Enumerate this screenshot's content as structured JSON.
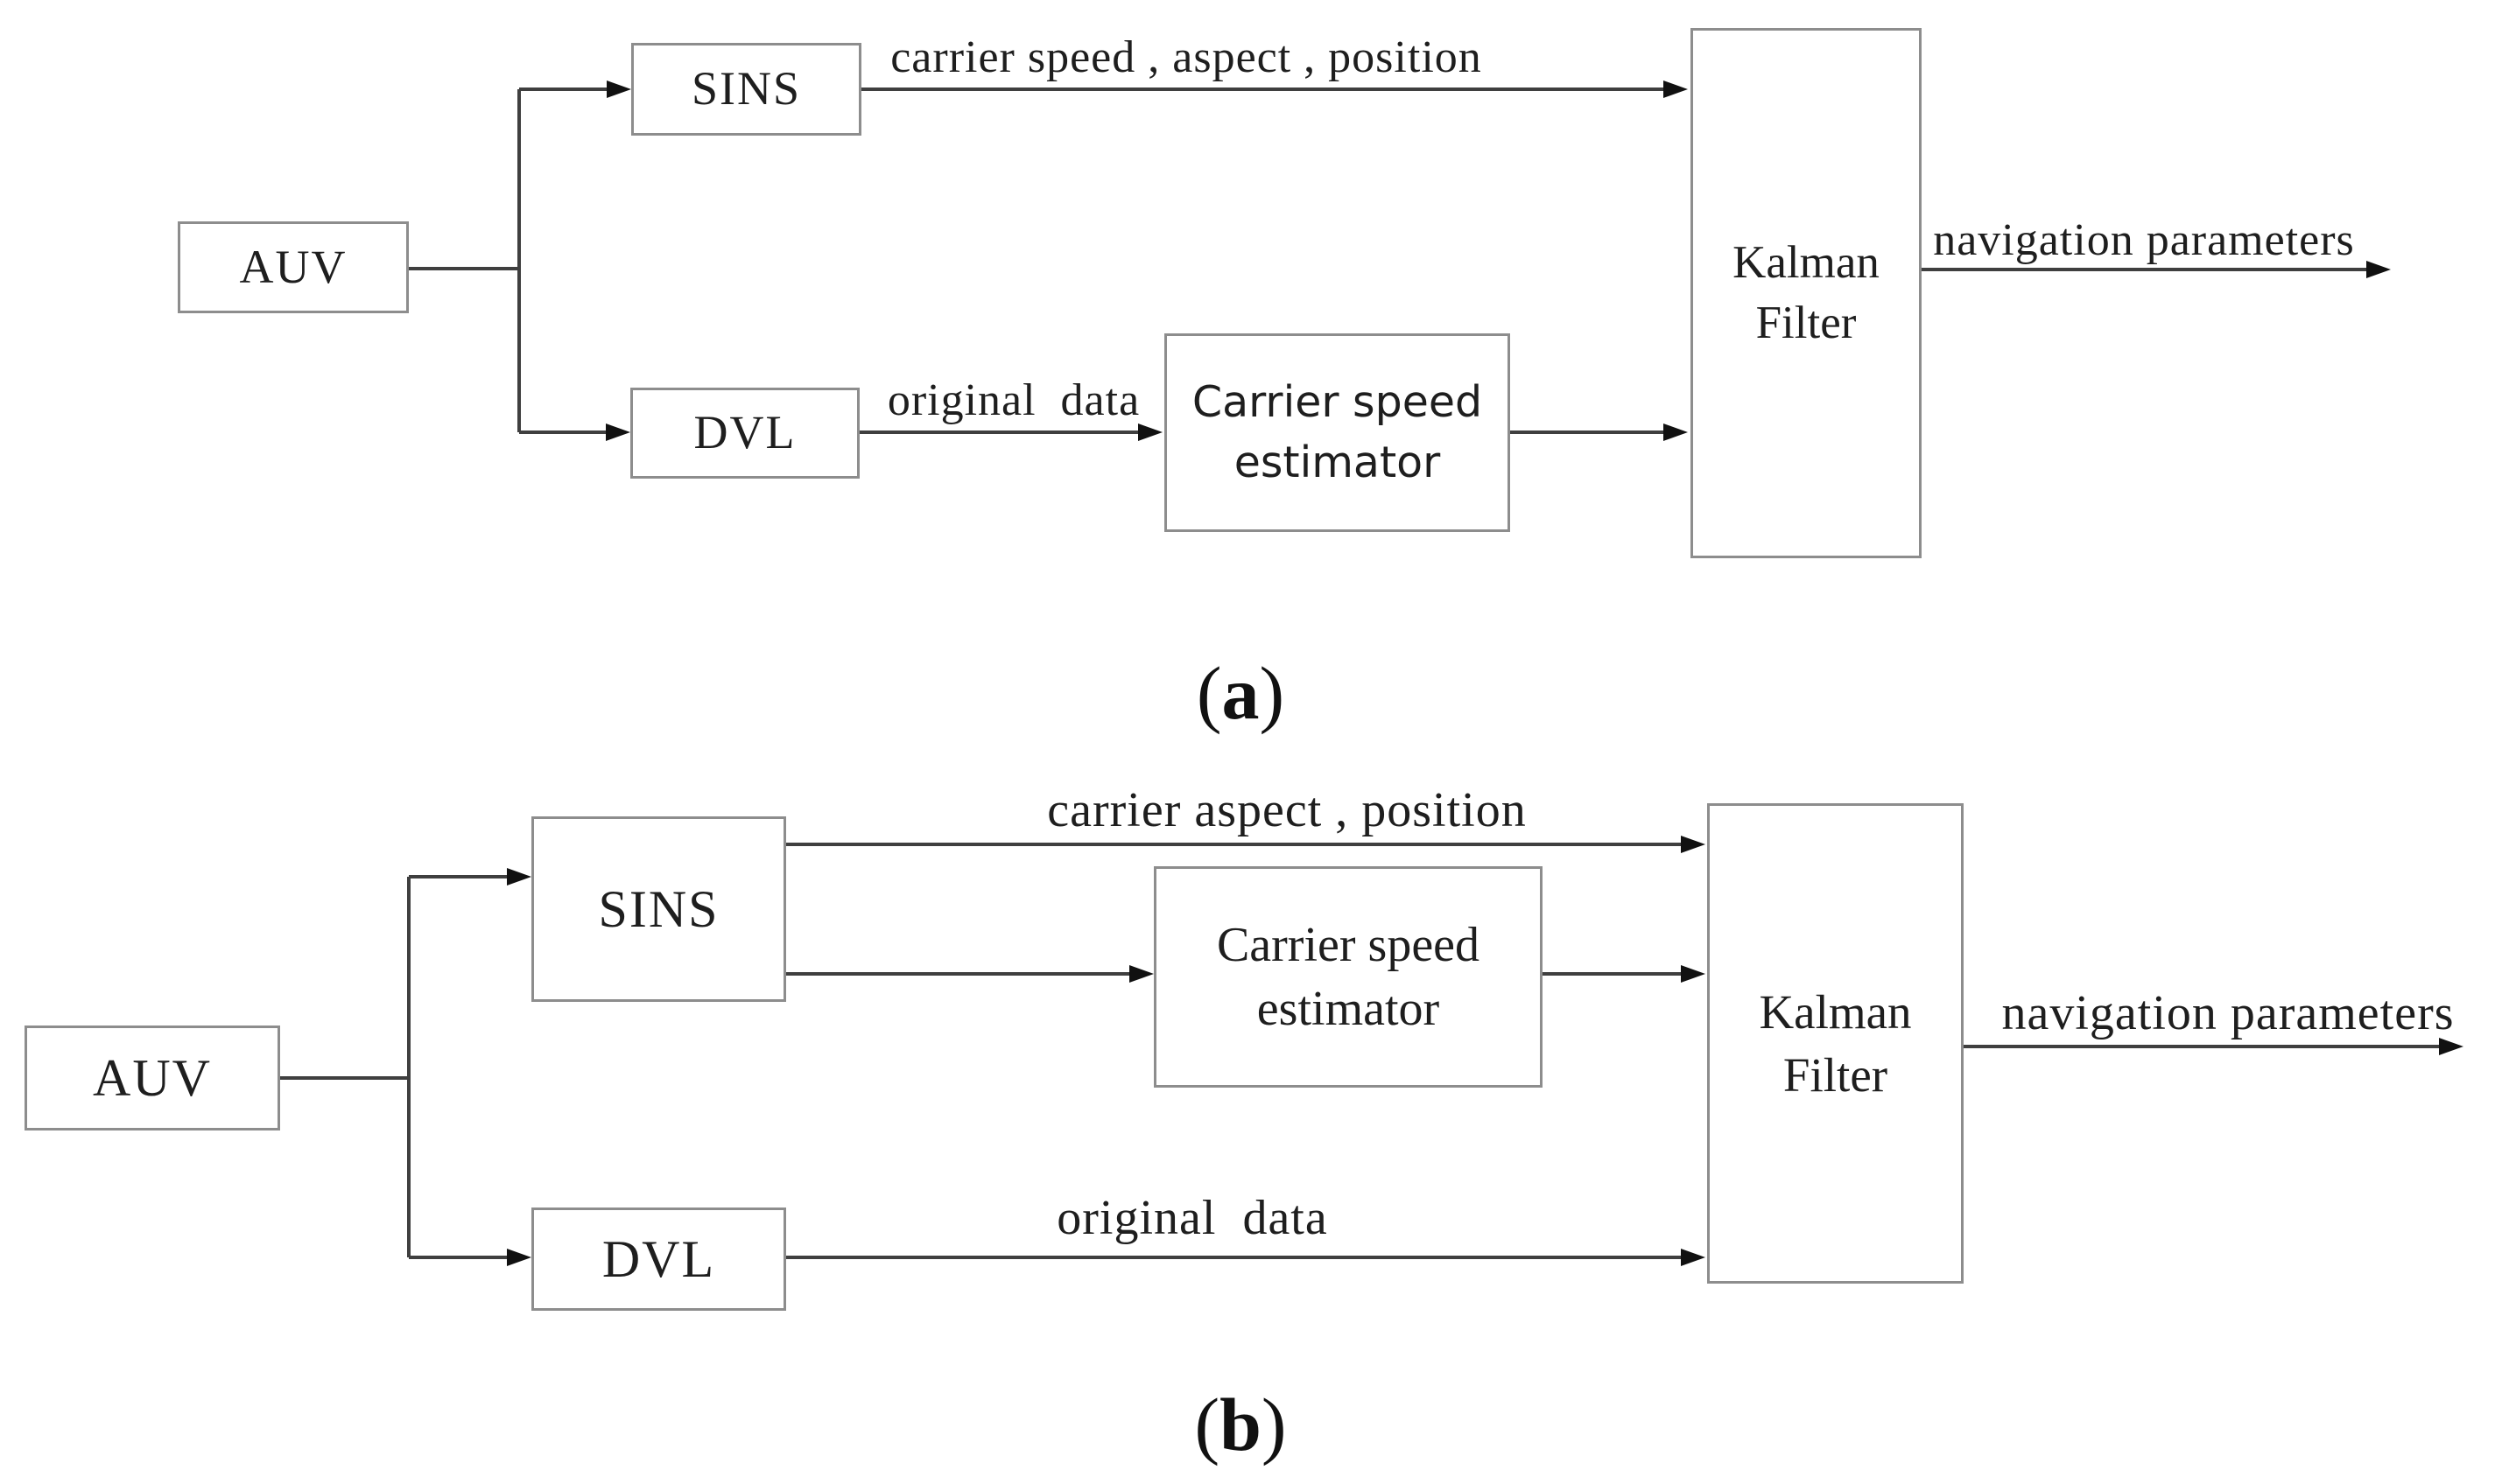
{
  "colors": {
    "background": "#ffffff",
    "box_border": "#8d8d8d",
    "line": "#3f3f3f",
    "arrowhead": "#111111",
    "text": "#1e1e1e"
  },
  "a": {
    "boxes": {
      "auv": "AUV",
      "sins": "SINS",
      "dvl": "DVL",
      "estimator_line1": "Carrier speed",
      "estimator_line2": "estimator",
      "kalman_line1": "Kalman",
      "kalman_line2": "Filter"
    },
    "edge_labels": {
      "sins_to_kalman": "carrier speed , aspect , position",
      "dvl_to_estimator": "original  data",
      "kalman_output": "navigation parameters"
    },
    "caption": {
      "open": "(",
      "letter": "a",
      "close": ")"
    }
  },
  "b": {
    "boxes": {
      "auv": "AUV",
      "sins": "SINS",
      "dvl": "DVL",
      "estimator_line1": "Carrier speed",
      "estimator_line2": "estimator",
      "kalman_line1": "Kalman",
      "kalman_line2": "Filter"
    },
    "edge_labels": {
      "sins_to_kalman": "carrier aspect , position",
      "dvl_to_kalman": "original  data",
      "kalman_output": "navigation parameters"
    },
    "caption": {
      "open": "(",
      "letter": "b",
      "close": ")"
    }
  }
}
